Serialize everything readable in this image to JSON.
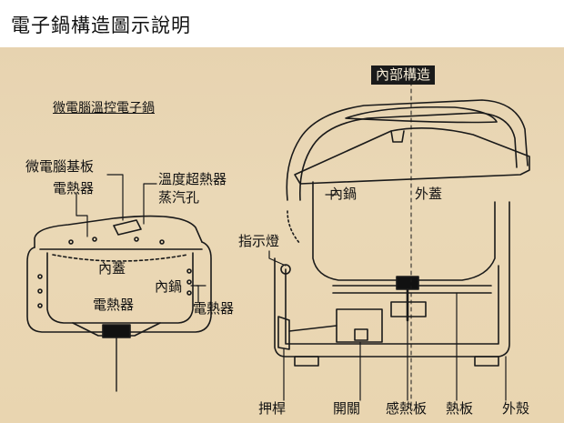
{
  "title": "電子鍋構造圖示說明",
  "left_panel": {
    "heading": "微電腦溫控電子鍋",
    "labels": {
      "pcb": "微電腦基板",
      "heater_top": "電熱器",
      "temp_fuse": "溫度超熱器",
      "steam_vent": "蒸汽孔",
      "inner_lid": "內蓋",
      "inner_pot": "內鍋",
      "heater_side": "電熱器",
      "heater_bottom": "電熱器"
    }
  },
  "right_panel": {
    "heading": "內部構造",
    "labels": {
      "inner_pot": "內鍋",
      "outer_lid": "外蓋",
      "indicator_light": "指示燈",
      "lever": "押桿",
      "switch": "開關",
      "thermostat_plate": "感熱板",
      "heating_plate": "熱板",
      "outer_shell": "外殼"
    }
  }
}
